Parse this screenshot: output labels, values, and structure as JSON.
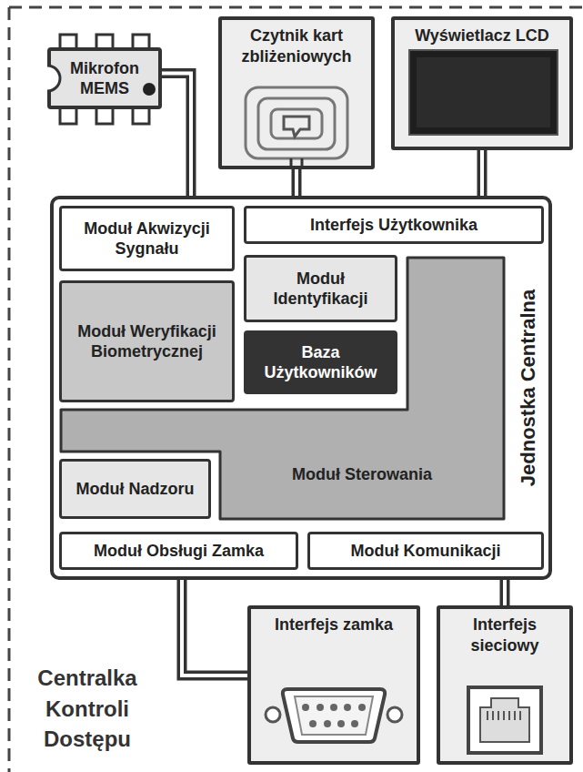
{
  "diagram": {
    "nodes": [
      {
        "text": [
          "Centralka Kontroli Dostępu"
        ]
      },
      {
        "text": [
          "Mikrofon MEMS"
        ],
        "in": 0
      },
      {
        "text": [
          "Czytnik kart zbliżeniowych"
        ],
        "in": 0
      },
      {
        "text": [
          "Wyświetlacz LCD"
        ],
        "in": 0
      },
      {
        "text": [
          "Jednostka Centralna"
        ],
        "in": 0
      },
      {
        "text": [
          "Moduł Akwizycji Sygnału"
        ],
        "in": 4
      },
      {
        "text": [
          "Interfejs Użytkownika"
        ],
        "in": 4
      },
      {
        "text": [
          "Moduł Weryfikacji Biometrycznej"
        ],
        "in": 4
      },
      {
        "text": [
          "Moduł Identyfikacji"
        ],
        "in": 4
      },
      {
        "text": [
          "Baza Użytkowników"
        ],
        "in": 4
      },
      {
        "text": [
          "Moduł Sterowania"
        ],
        "in": 4
      },
      {
        "text": [
          "Moduł Nadzoru"
        ],
        "in": 4
      },
      {
        "text": [
          "Moduł Obsługi Zamka"
        ],
        "in": 4
      },
      {
        "text": [
          "Moduł Komunikacji"
        ],
        "in": 4
      },
      {
        "text": [
          "Interfejs zamka"
        ],
        "in": 0
      },
      {
        "text": [
          "Interfejs sieciowy"
        ],
        "in": 0
      }
    ],
    "edges": [
      {
        "from": 1,
        "to": 5,
        "arrow": "none"
      },
      {
        "from": 2,
        "to": 6,
        "arrow": "none"
      },
      {
        "from": 3,
        "to": 6,
        "arrow": "none"
      },
      {
        "from": 12,
        "to": 14,
        "arrow": "none"
      },
      {
        "from": 13,
        "to": 15,
        "arrow": "none"
      }
    ]
  }
}
